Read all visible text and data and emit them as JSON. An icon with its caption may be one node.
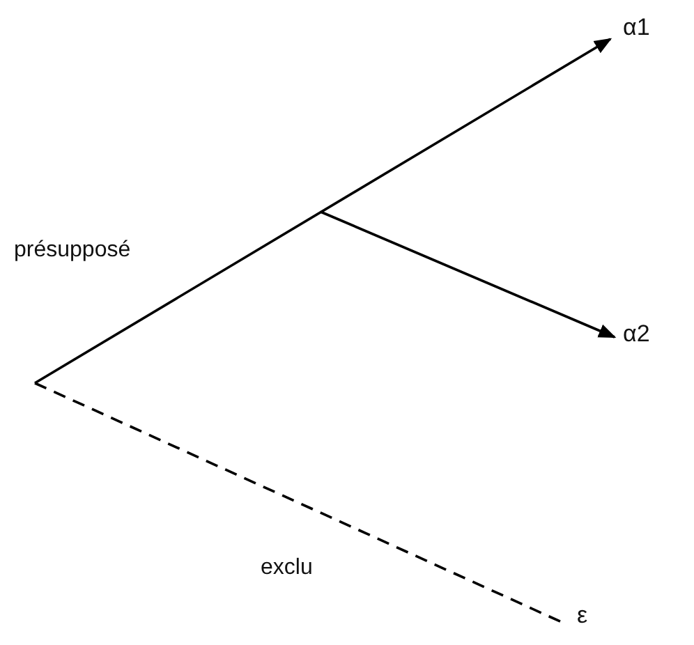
{
  "diagram": {
    "nodes": [
      {
        "text": [
          "α1"
        ]
      },
      {
        "text": [
          "α2"
        ]
      },
      {
        "text": [
          "ε"
        ]
      }
    ],
    "edges": [
      {
        "from": null,
        "to": 0,
        "arrow": "to",
        "label": "présupposé"
      },
      {
        "from": null,
        "to": 1,
        "arrow": "to"
      },
      {
        "from": null,
        "to": 2,
        "arrow": "none",
        "style": "dashed",
        "label": "exclu"
      }
    ]
  }
}
